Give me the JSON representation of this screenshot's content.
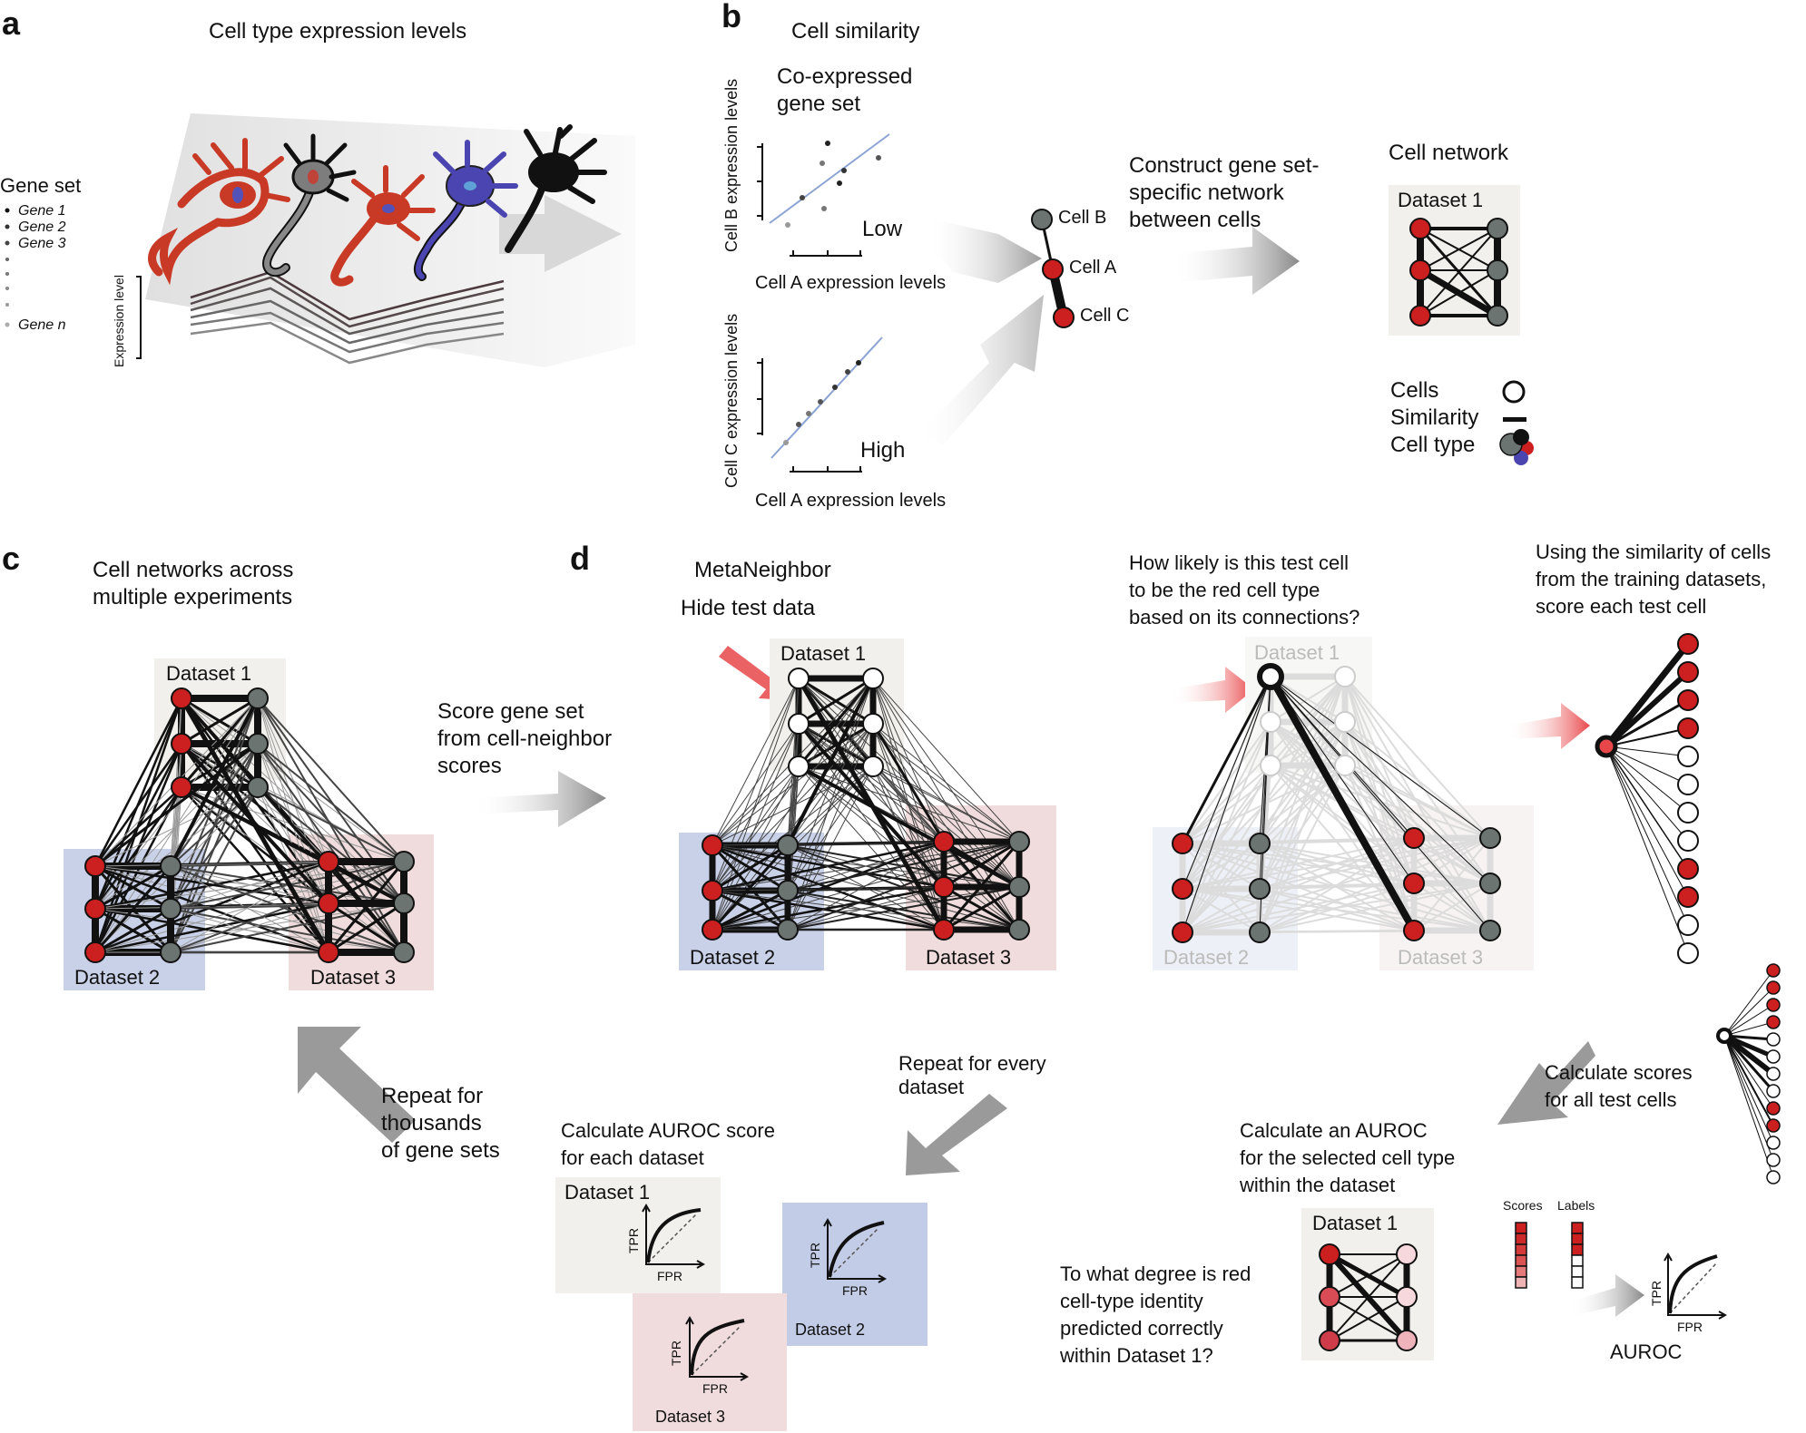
{
  "panels": {
    "a": {
      "label": "a",
      "title": "Cell type expression levels",
      "gene_set_title": "Gene set",
      "genes": [
        "Gene 1",
        "Gene 2",
        "Gene 3",
        "Gene n"
      ],
      "y_label": "Expression level"
    },
    "b": {
      "label": "b",
      "title": "Cell similarity",
      "subtitle_line1": "Co-expressed",
      "subtitle_line2": "gene set",
      "plot1_ylabel": "Cell B expression levels",
      "plot1_xlabel": "Cell A expression levels",
      "plot1_result": "Low",
      "plot2_ylabel": "Cell C expression levels",
      "plot2_xlabel": "Cell A expression levels",
      "plot2_result": "High",
      "cells": [
        "Cell B",
        "Cell A",
        "Cell C"
      ],
      "construct_line1": "Construct gene set-",
      "construct_line2": "specific network",
      "construct_line3": "between cells",
      "network_title": "Cell network",
      "network_dataset": "Dataset 1",
      "legend": [
        "Cells",
        "Similarity",
        "Cell type"
      ]
    },
    "c": {
      "label": "c",
      "title_line1": "Cell networks across",
      "title_line2": "multiple experiments",
      "datasets": [
        "Dataset 1",
        "Dataset 2",
        "Dataset 3"
      ],
      "score_line1": "Score gene set",
      "score_line2": "from cell-neighbor",
      "score_line3": "scores",
      "repeat_line1": "Repeat for",
      "repeat_line2": "thousands",
      "repeat_line3": "of gene sets"
    },
    "d": {
      "label": "d",
      "title": "MetaNeighbor",
      "hide": "Hide test data",
      "datasets": [
        "Dataset 1",
        "Dataset 2",
        "Dataset 3"
      ],
      "question_line1": "How likely is this test cell",
      "question_line2": "to be the red cell type",
      "question_line3": "based on its connections?",
      "faded_datasets": [
        "Dataset 1",
        "Dataset 2",
        "Dataset 3"
      ],
      "using_line1": "Using the similarity of cells",
      "using_line2": "from the training datasets,",
      "using_line3": "score each test cell",
      "calc_scores_line1": "Calculate scores",
      "calc_scores_line2": "for all test cells",
      "calc_auroc_line1": "Calculate an AUROC",
      "calc_auroc_line2": "for the selected cell type",
      "calc_auroc_line3": "within the dataset",
      "result_dataset": "Dataset 1",
      "degree_line1": "To what degree is red",
      "degree_line2": "cell-type identity",
      "degree_line3": "predicted correctly",
      "degree_line4": "within Dataset 1?",
      "scores_label": "Scores",
      "labels_label": "Labels",
      "tpr": "TPR",
      "fpr": "FPR",
      "auroc": "AUROC",
      "repeat_every_line1": "Repeat for every",
      "repeat_every_line2": "dataset",
      "auroc_each_line1": "Calculate AUROC score",
      "auroc_each_line2": "for each dataset",
      "roc_datasets": [
        "Dataset 1",
        "Dataset 2",
        "Dataset 3"
      ]
    }
  },
  "colors": {
    "red_cell": "#cc1f1f",
    "gray_cell": "#6b7470",
    "dataset1_bg": "#f1f0ec",
    "dataset2_bg": "#c3cce6",
    "dataset3_bg": "#f0dcdc",
    "arrow": "#9a9a9a"
  }
}
